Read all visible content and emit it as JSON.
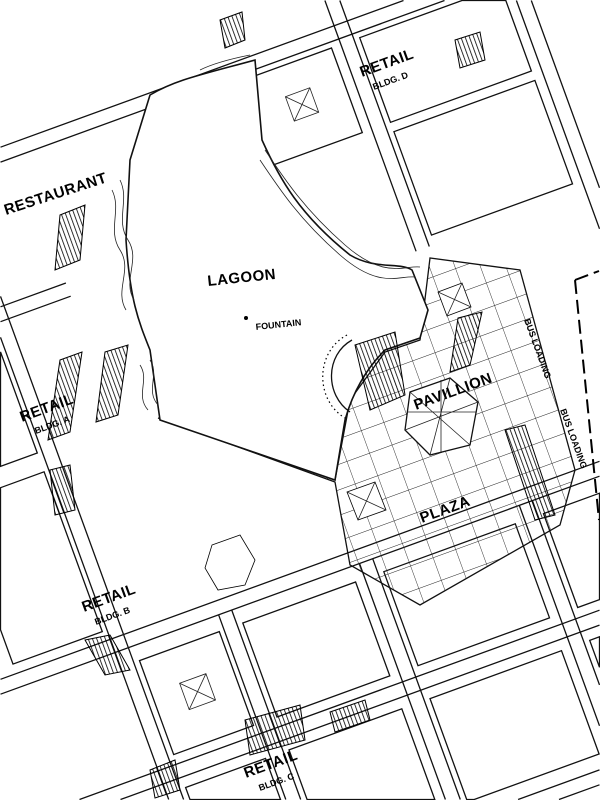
{
  "plan": {
    "labels": {
      "restaurant": "RESTAURANT",
      "lagoon": "LAGOON",
      "fountain": "FOUNTAIN",
      "pavillion": "PAVILLION",
      "plaza": "PLAZA",
      "bus_loading_1": "BUS LOADING",
      "bus_loading_2": "BUS LOADING"
    },
    "buildings": {
      "a": {
        "title": "RETAIL",
        "sub": "BLDG. A"
      },
      "b": {
        "title": "RETAIL",
        "sub": "BLDG. B"
      },
      "c": {
        "title": "RETAIL",
        "sub": "BLDG. C"
      },
      "d": {
        "title": "RETAIL",
        "sub": "BLDG. D"
      }
    }
  }
}
